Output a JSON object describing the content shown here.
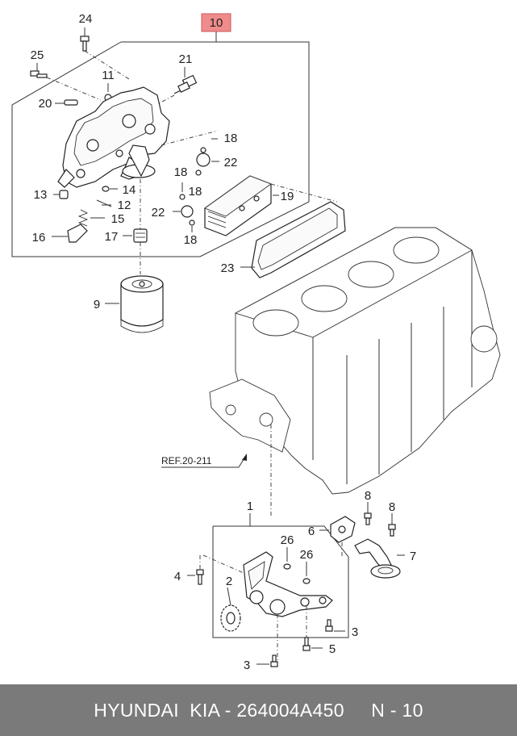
{
  "diagram": {
    "callouts": {
      "c24": "24",
      "c10": "10",
      "c25": "25",
      "c21": "21",
      "c11": "11",
      "c20": "20",
      "c18a": "18",
      "c22a": "22",
      "c18b": "18",
      "c18c": "18",
      "c19": "19",
      "c13": "13",
      "c14": "14",
      "c12": "12",
      "c15": "15",
      "c22b": "22",
      "c18d": "18",
      "c16": "16",
      "c17": "17",
      "c23": "23",
      "c9": "9",
      "c1": "1",
      "c8a": "8",
      "c8b": "8",
      "c6": "6",
      "c7": "7",
      "c26a": "26",
      "c26b": "26",
      "c4": "4",
      "c2": "2",
      "c3a": "3",
      "c5": "5",
      "c3b": "3"
    },
    "ref_label": "REF.20-211",
    "highlight_color": "#f08b8b"
  },
  "footer": {
    "text": "HYUNDAI  KIA - 264004A450     N - 10",
    "background": "#7a7a7a"
  }
}
